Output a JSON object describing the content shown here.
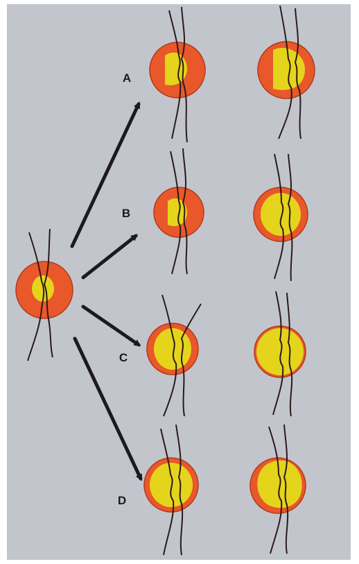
{
  "labels": [
    "A",
    "B",
    "C",
    "D"
  ],
  "colors": {
    "background": "#c3c5cd",
    "frame": "#ffffff",
    "rim": "#e8582a",
    "rim_edge": "#b13a18",
    "cup": "#e5d41c",
    "vessel": "#2a1a18",
    "arrow": "#1e1a1c"
  }
}
